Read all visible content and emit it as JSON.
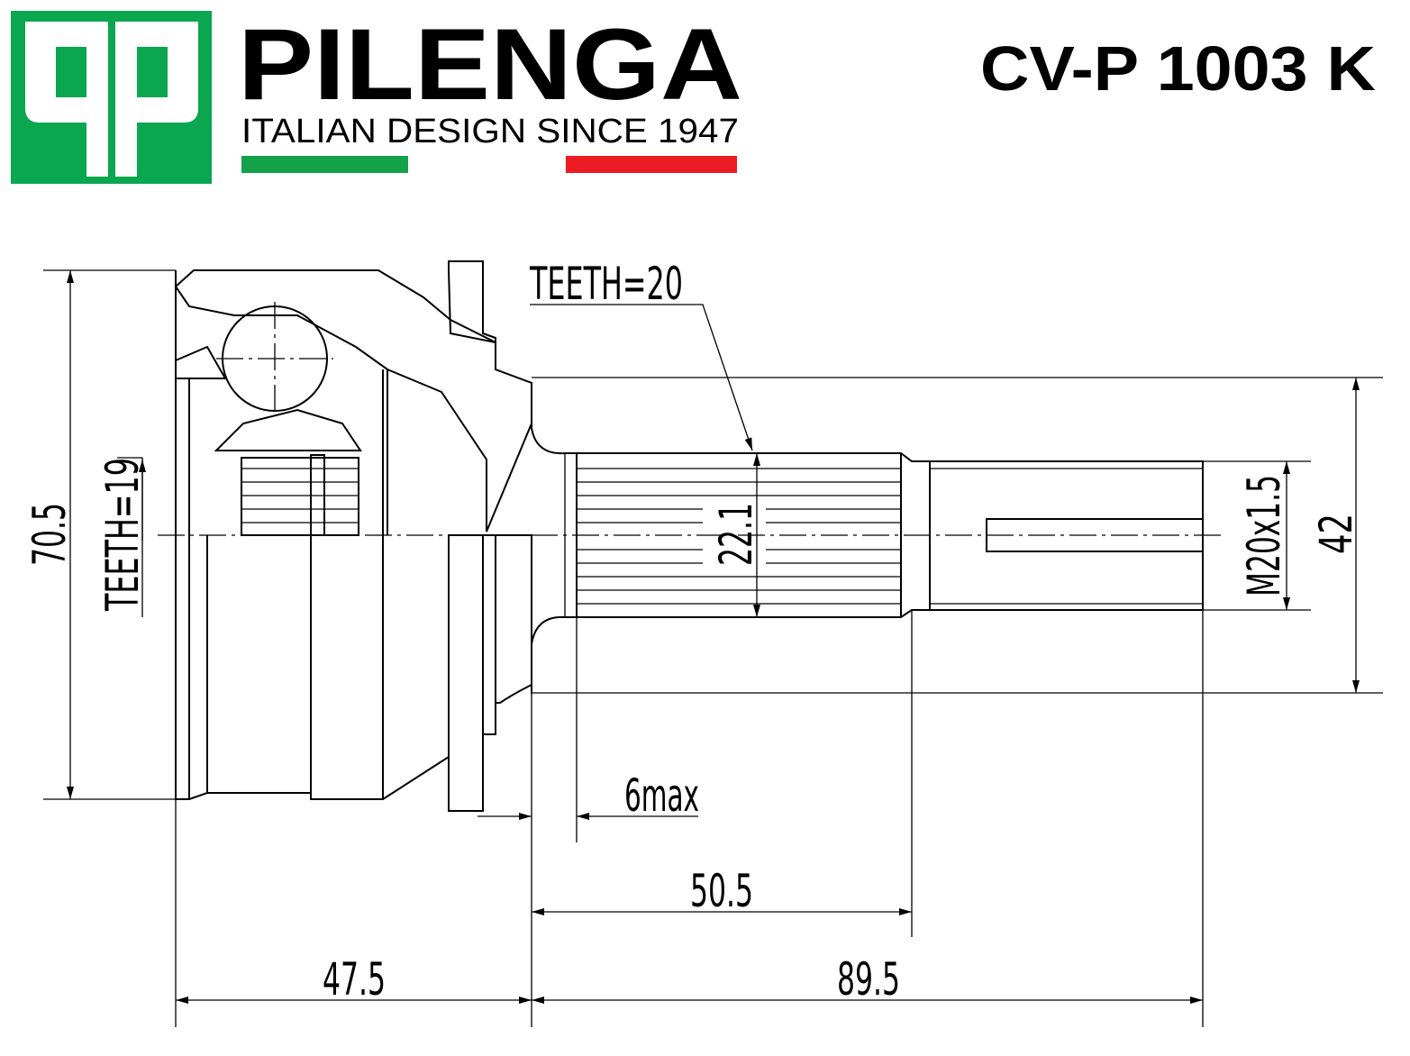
{
  "header": {
    "logo_text": "qp",
    "brand_name": "PILENGA",
    "tagline": "ITALIAN DESIGN SINCE 1947",
    "part_number": "CV-P 1003 K",
    "colors": {
      "logo_green": "#0aa650",
      "flag_green": "#13a14a",
      "flag_red": "#ed1c24"
    }
  },
  "drawing": {
    "teeth_outer": "TEETH=20",
    "teeth_inner": "TEETH=19",
    "dim_outer_diameter": "70.5",
    "dim_spline_diameter": "22.1",
    "dim_thread": "M20x1.5",
    "dim_seal_diameter": "42",
    "dim_6max": "6max",
    "dim_spline_length": "50.5",
    "dim_housing_length": "47.5",
    "dim_shaft_length": "89.5"
  }
}
